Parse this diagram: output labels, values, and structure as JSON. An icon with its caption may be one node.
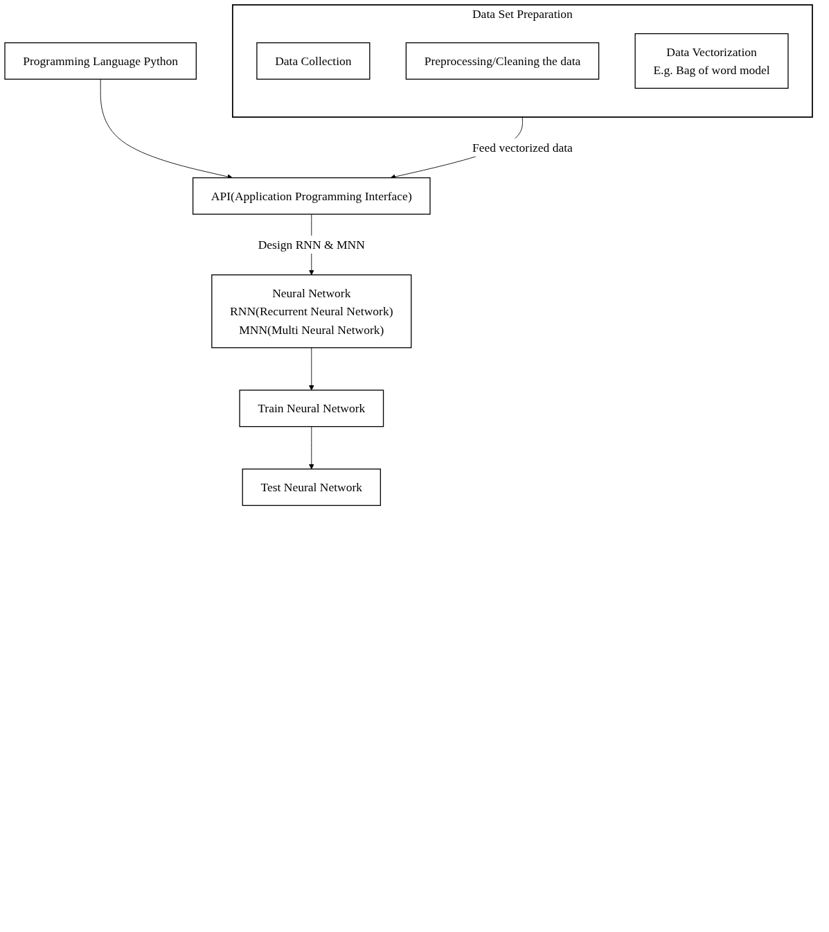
{
  "diagram": {
    "nodes": [
      {
        "text": [
          "Data Set Preparation"
        ]
      },
      {
        "text": [
          "Data Collection"
        ],
        "in": 0
      },
      {
        "text": [
          "Preprocessing/Cleaning the data"
        ],
        "in": 0
      },
      {
        "text": [
          "Data Vectorization",
          "E.g. Bag of word model"
        ],
        "in": 0
      },
      {
        "text": [
          "Programming Language Python"
        ]
      },
      {
        "text": [
          "API(Application Programming Interface)"
        ]
      },
      {
        "text": [
          "Neural Network",
          "RNN(Recurrent Neural Network)",
          "MNN(Multi Neural Network)"
        ]
      },
      {
        "text": [
          "Train Neural Network"
        ]
      },
      {
        "text": [
          "Test Neural Network"
        ]
      }
    ],
    "edges": [
      {
        "from": 0,
        "to": 5,
        "arrow": "to",
        "label": "Feed vectorized data"
      },
      {
        "from": 4,
        "to": 5,
        "arrow": "to"
      },
      {
        "from": 5,
        "to": 6,
        "arrow": "to",
        "label": "Design RNN & MNN"
      },
      {
        "from": 6,
        "to": 7,
        "arrow": "to"
      },
      {
        "from": 7,
        "to": 8,
        "arrow": "to"
      }
    ]
  }
}
